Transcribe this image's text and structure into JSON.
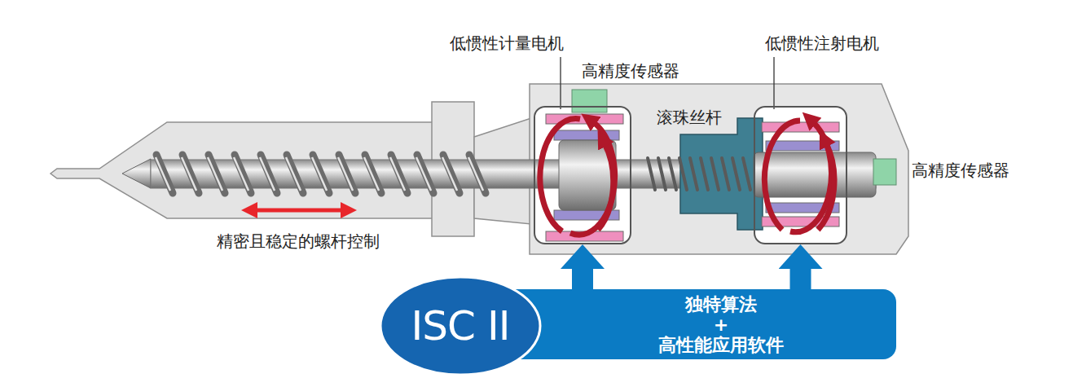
{
  "diagram": {
    "nodes": [
      {
        "text": [
          "低惯性计量电机"
        ]
      },
      {
        "text": [
          "低惯性注射电机"
        ]
      },
      {
        "text": [
          "独特算法",
          "+",
          "高性能应用软件"
        ]
      },
      {
        "text": [
          "ISC II"
        ]
      }
    ],
    "edges": [
      {
        "from": 2,
        "to": 0,
        "arrow": "to"
      },
      {
        "from": 2,
        "to": 1,
        "arrow": "to"
      }
    ],
    "labels": [
      "高精度传感器",
      "滚珠丝杆",
      "高精度传感器",
      "精密且稳定的螺杆控制"
    ]
  }
}
